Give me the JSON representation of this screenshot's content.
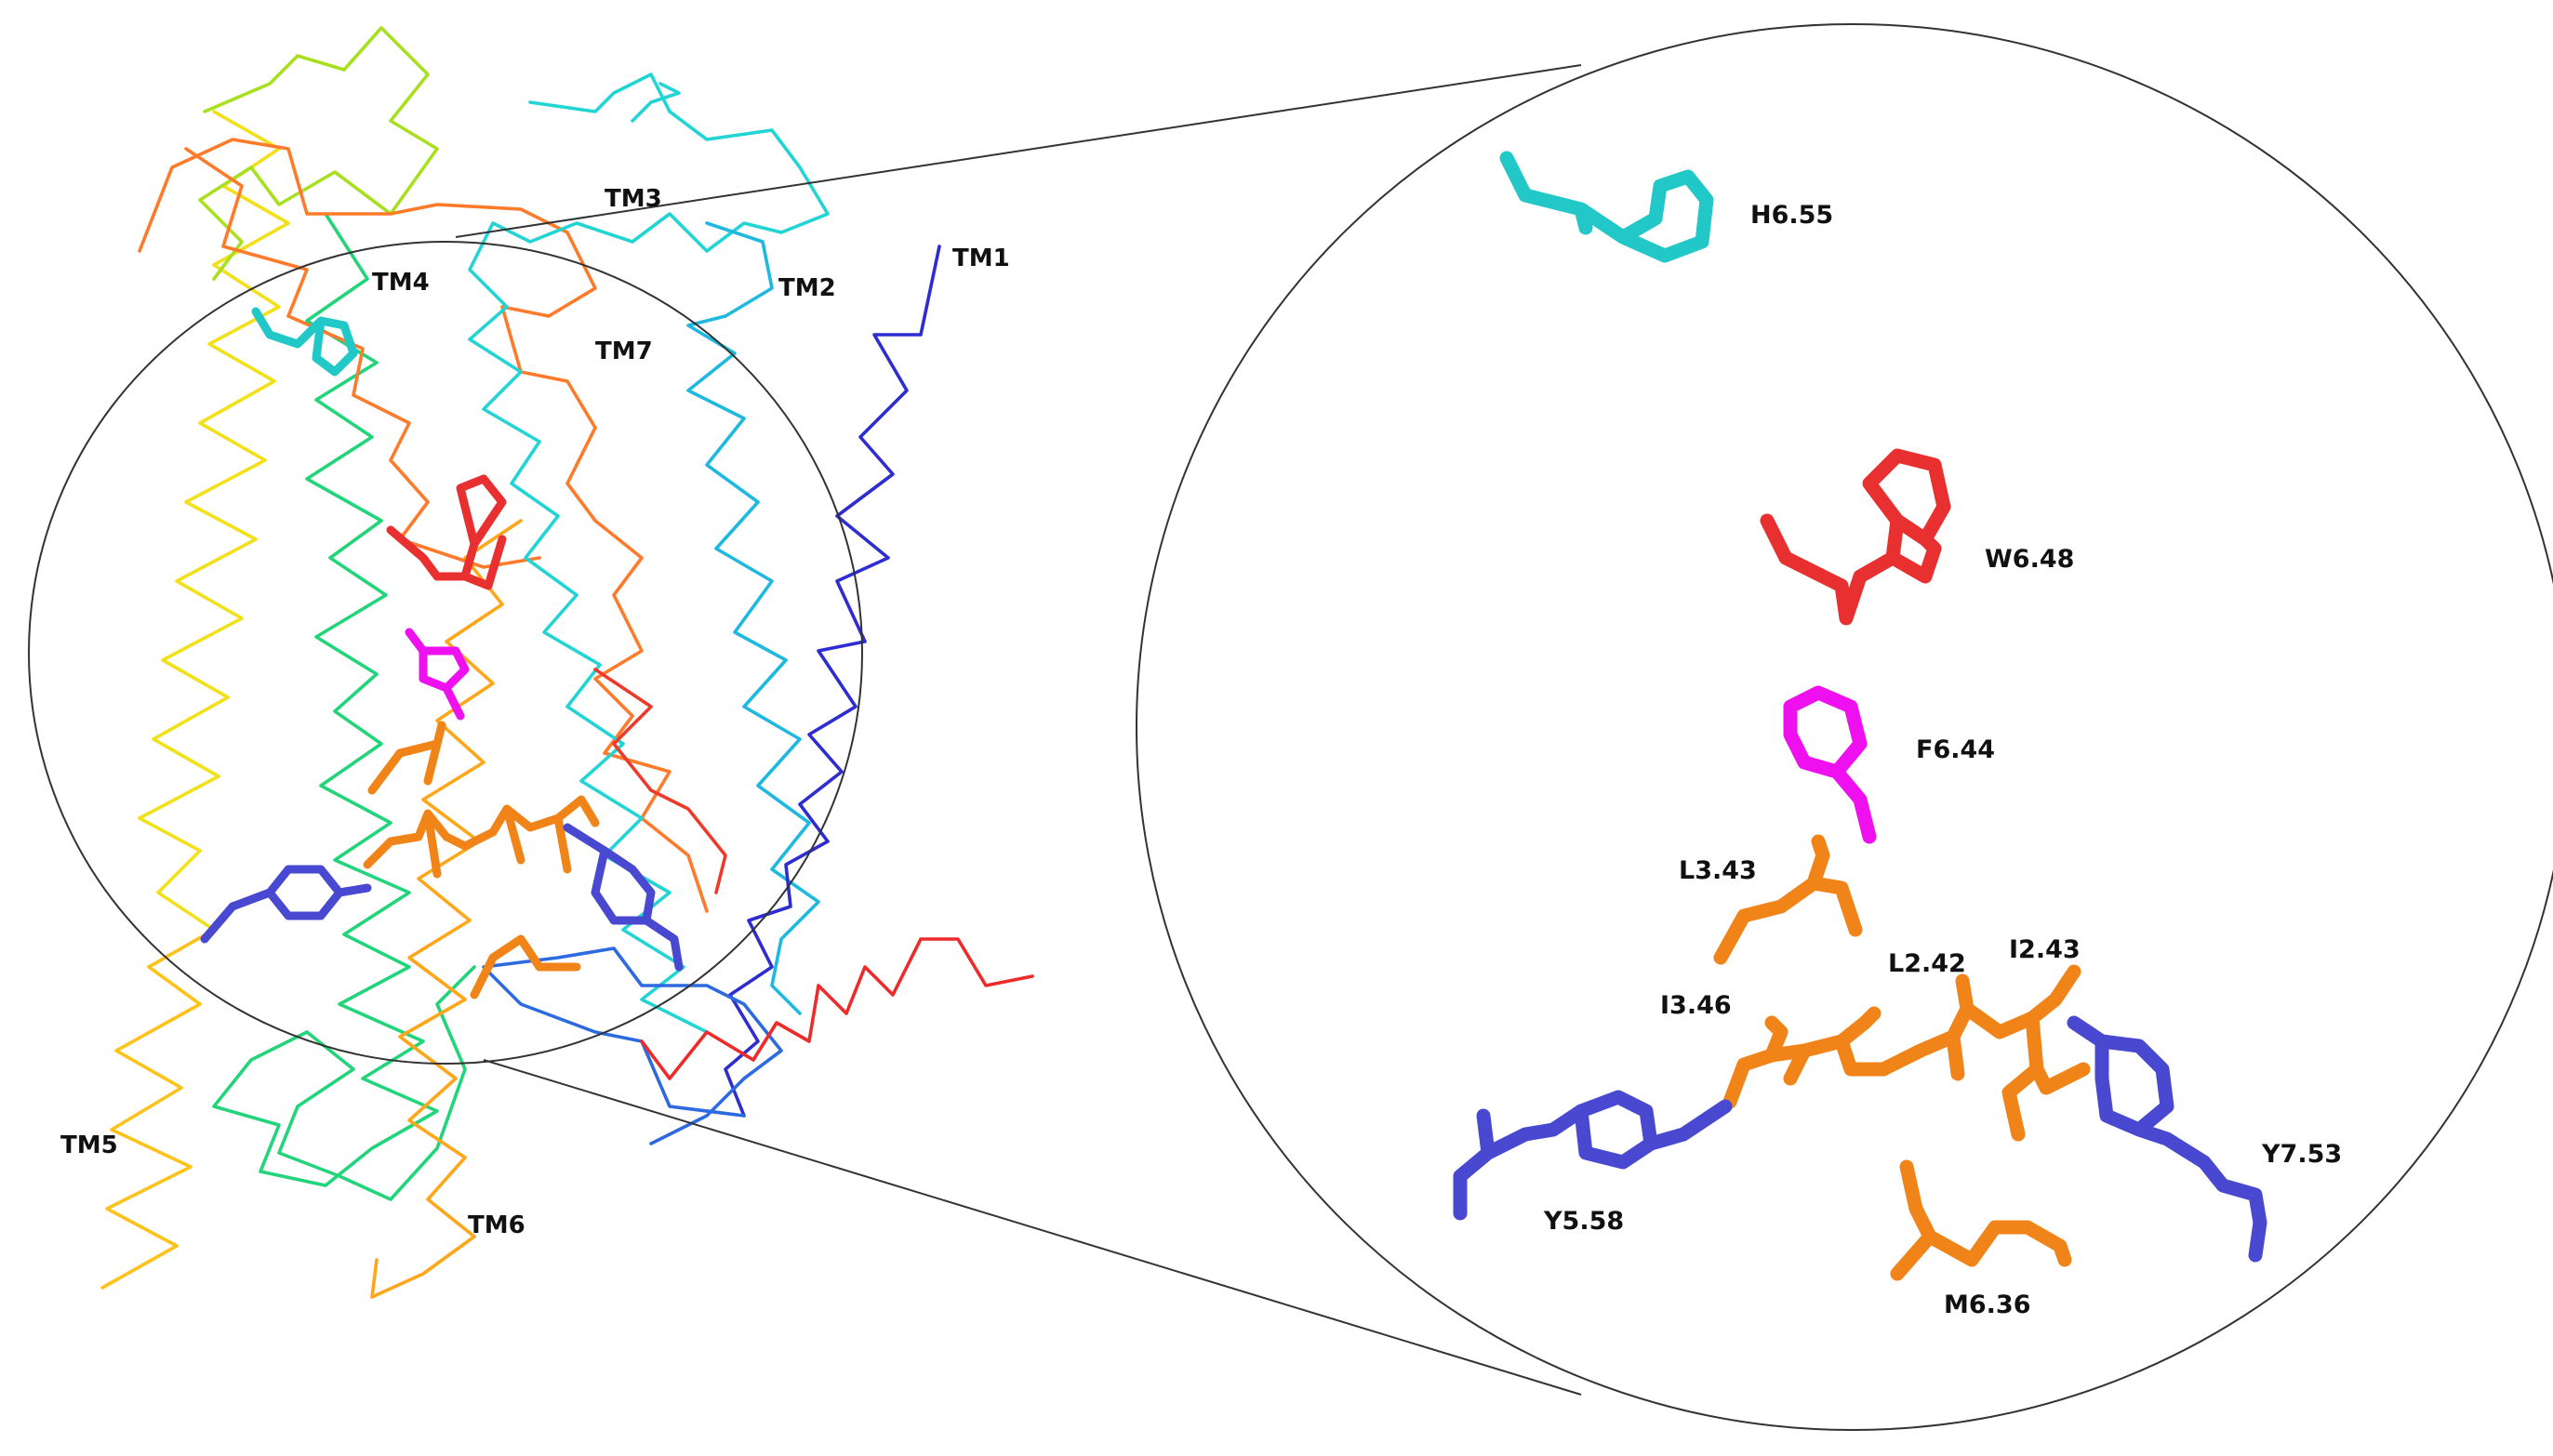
{
  "helix_labels": [
    "TM1",
    "TM2",
    "TM3",
    "TM4",
    "TM5",
    "TM6",
    "TM7"
  ],
  "residue_labels": [
    "H6.55",
    "W6.48",
    "F6.44",
    "L3.43",
    "L2.42",
    "I2.43",
    "I3.46",
    "Y5.58",
    "Y7.53",
    "M6.36"
  ],
  "colors": {
    "TM1": "#2d2dd2",
    "TM2": "#1fb8e0",
    "TM3": "#22d4d4",
    "TM4": "#22d47a",
    "TM5": "#ffc21a",
    "TM6": "#ffa61a",
    "TM7": "#ff7a2a",
    "H6.55": "#22c8c8",
    "W6.48": "#e83030",
    "F6.44": "#ee10ee",
    "L3.43": "#f08418",
    "L2.42": "#f08418",
    "I2.43": "#f08418",
    "I3.46": "#f08418",
    "M6.36": "#f08418",
    "Y5.58": "#4848d0",
    "Y7.53": "#4848d0"
  }
}
